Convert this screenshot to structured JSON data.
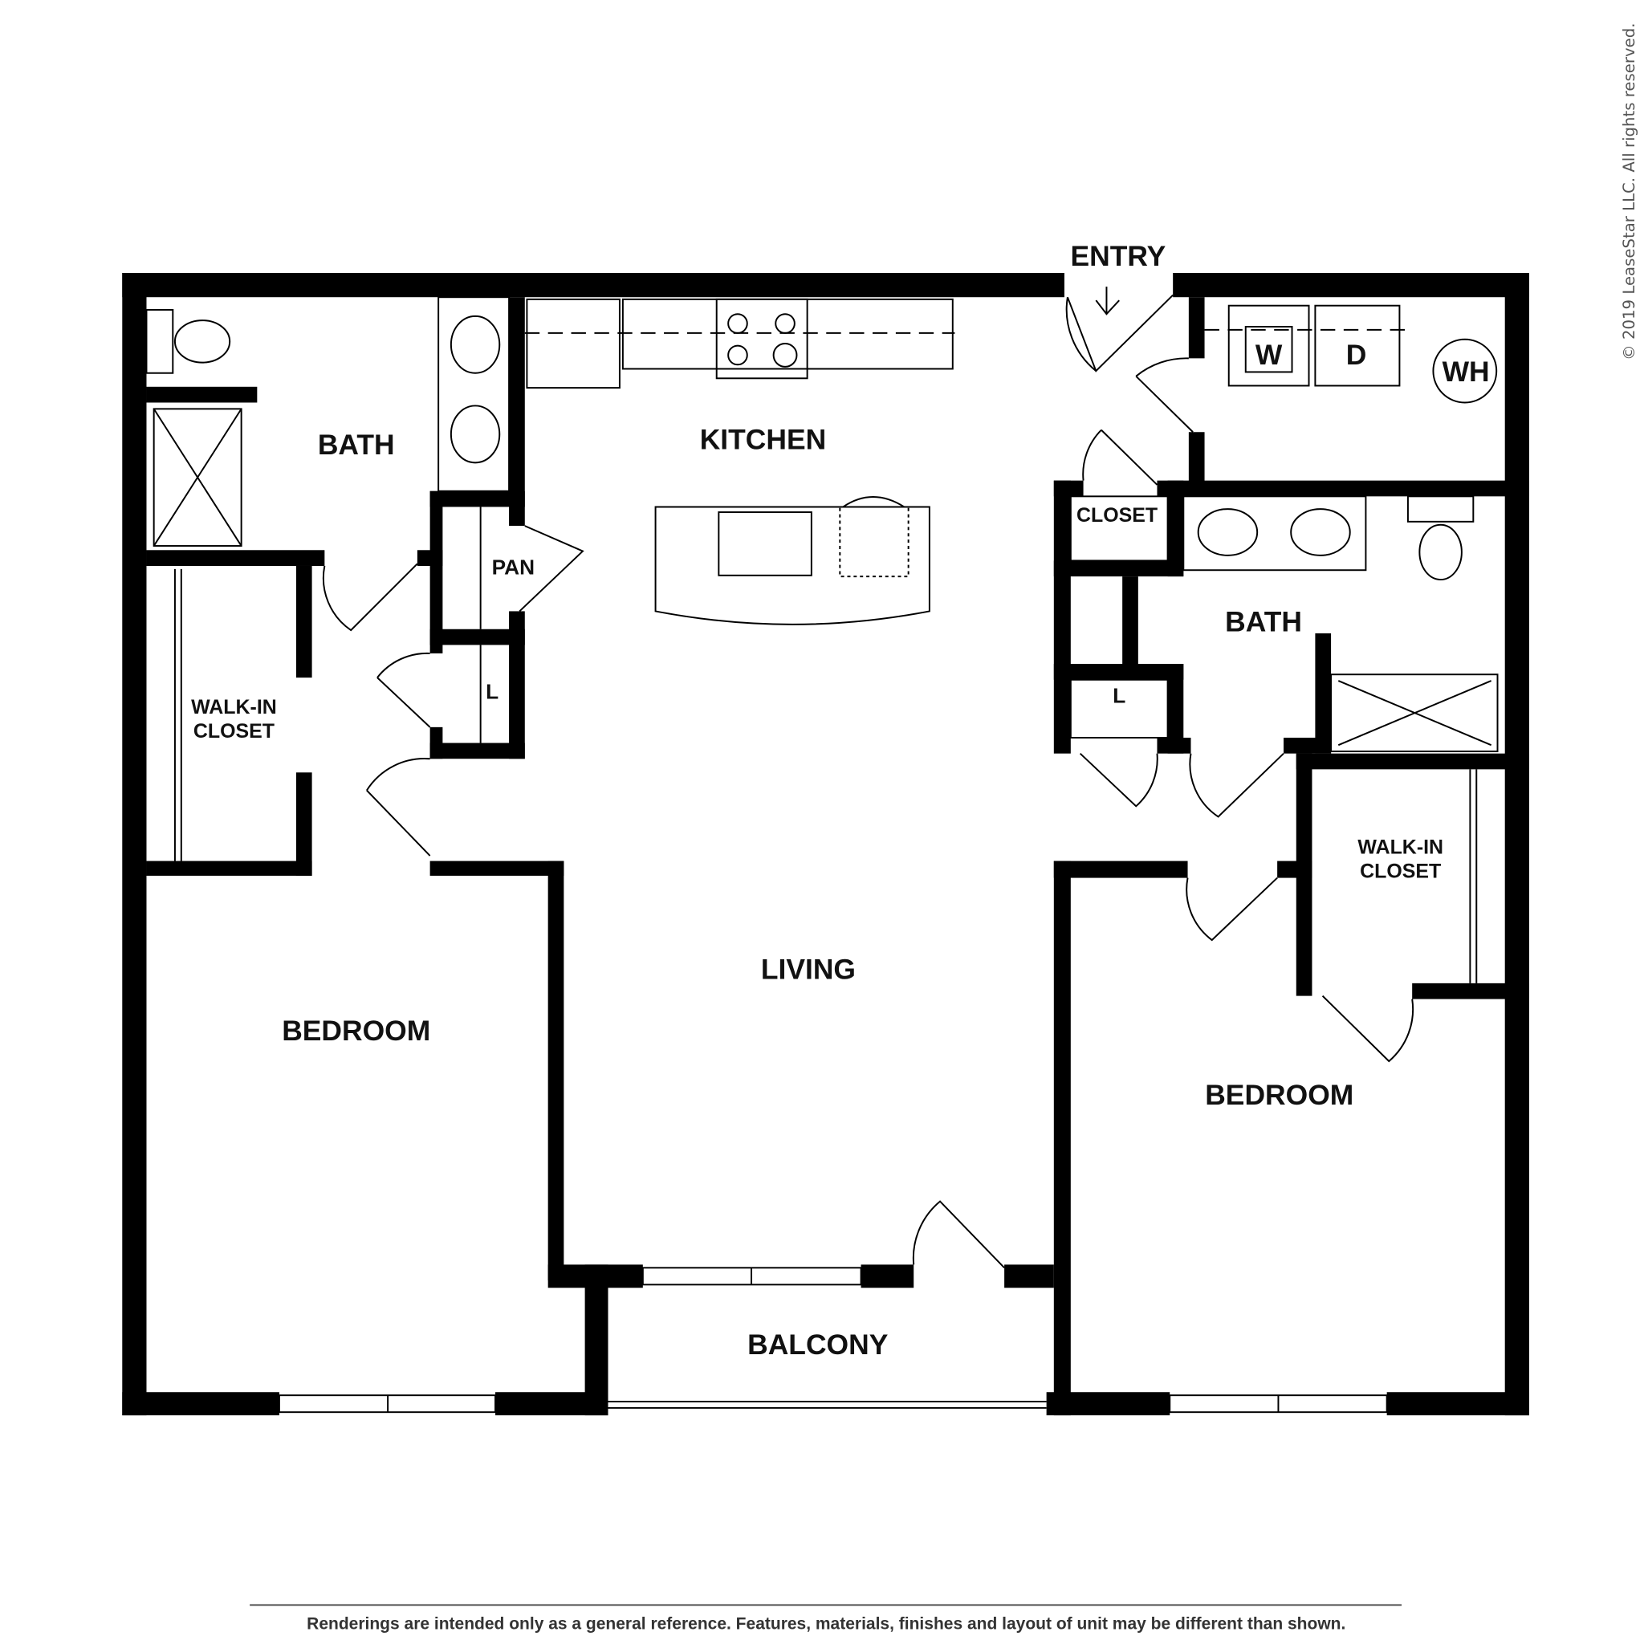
{
  "copyright": "© 2019 LeaseStar LLC. All rights reserved.",
  "disclaimer": "Renderings are intended only as a general reference. Features, materials, finishes and layout of unit may be different than shown.",
  "rooms": {
    "entry": "ENTRY",
    "kitchen": "KITCHEN",
    "bath_left": "BATH",
    "pantry": "PAN",
    "linen_left": "L",
    "walkin_left_1": "WALK-IN",
    "walkin_left_2": "CLOSET",
    "bedroom_left": "BEDROOM",
    "living": "LIVING",
    "balcony": "BALCONY",
    "closet": "CLOSET",
    "linen_right": "L",
    "bath_right": "BATH",
    "walkin_right_1": "WALK-IN",
    "walkin_right_2": "CLOSET",
    "bedroom_right": "BEDROOM",
    "washer": "W",
    "dryer": "D",
    "water_heater": "WH"
  }
}
